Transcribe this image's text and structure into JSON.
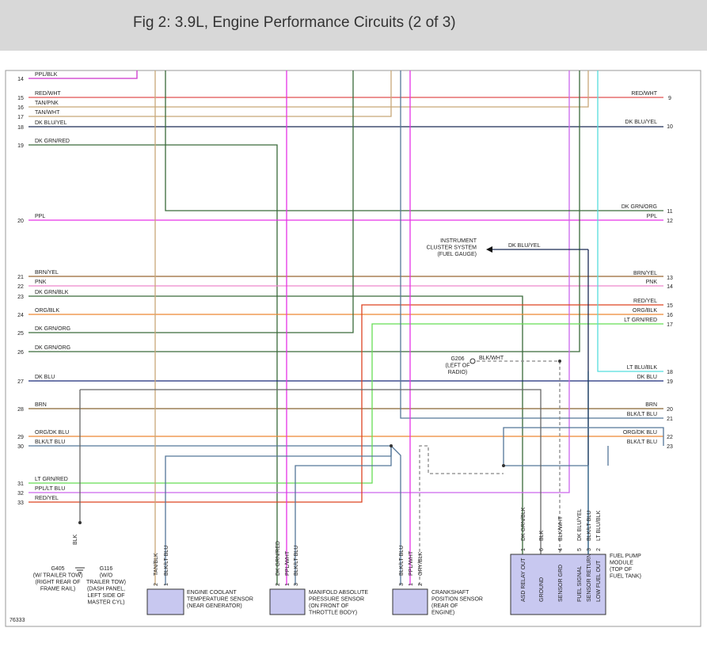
{
  "header": {
    "title": "Fig 2: 3.9L, Engine Performance Circuits (2 of 3)"
  },
  "figure_id": "76333",
  "left_connector": [
    {
      "pin": "14",
      "wire": "PPL/BLK"
    },
    {
      "pin": "15",
      "wire": "RED/WHT"
    },
    {
      "pin": "16",
      "wire": "TAN/PNK"
    },
    {
      "pin": "17",
      "wire": "TAN/WHT"
    },
    {
      "pin": "18",
      "wire": "DK BLU/YEL"
    },
    {
      "pin": "19",
      "wire": "DK GRN/RED"
    },
    {
      "pin": "20",
      "wire": "PPL"
    },
    {
      "pin": "21",
      "wire": "BRN/YEL"
    },
    {
      "pin": "22",
      "wire": "PNK"
    },
    {
      "pin": "23",
      "wire": "DK GRN/BLK"
    },
    {
      "pin": "24",
      "wire": "ORG/BLK"
    },
    {
      "pin": "25",
      "wire": "DK GRN/ORG"
    },
    {
      "pin": "26",
      "wire": "DK GRN/ORG"
    },
    {
      "pin": "27",
      "wire": "DK BLU"
    },
    {
      "pin": "28",
      "wire": "BRN"
    },
    {
      "pin": "29",
      "wire": "ORG/DK BLU"
    },
    {
      "pin": "30",
      "wire": "BLK/LT BLU"
    },
    {
      "pin": "31",
      "wire": "LT GRN/RED"
    },
    {
      "pin": "32",
      "wire": "PPL/LT BLU"
    },
    {
      "pin": "33",
      "wire": "RED/YEL"
    }
  ],
  "right_connector": [
    {
      "pin": "9",
      "wire": "RED/WHT"
    },
    {
      "pin": "10",
      "wire": "DK BLU/YEL"
    },
    {
      "pin": "11",
      "wire": "DK GRN/ORG"
    },
    {
      "pin": "12",
      "wire": "PPL"
    },
    {
      "pin": "13",
      "wire": "BRN/YEL"
    },
    {
      "pin": "14",
      "wire": "PNK"
    },
    {
      "pin": "15",
      "wire": "RED/YEL"
    },
    {
      "pin": "16",
      "wire": "ORG/BLK"
    },
    {
      "pin": "17",
      "wire": "LT GRN/RED"
    },
    {
      "pin": "18",
      "wire": "LT BLU/BLK"
    },
    {
      "pin": "19",
      "wire": "DK BLU"
    },
    {
      "pin": "20",
      "wire": "BRN"
    },
    {
      "pin": "21",
      "wire": "BLK/LT BLU"
    },
    {
      "pin": "22",
      "wire": "ORG/DK BLU"
    },
    {
      "pin": "23",
      "wire": "BLK/LT BLU"
    }
  ],
  "instrument_cluster": {
    "lines": [
      "INSTRUMENT",
      "CLUSTER SYSTEM",
      "(FUEL GAUGE)"
    ],
    "wire": "DK BLU/YEL"
  },
  "g206": {
    "lines": [
      "G206",
      "(LEFT OF",
      "RADIO)"
    ],
    "wire": "BLK/WHT"
  },
  "g405": {
    "lines": [
      "G405",
      "(W/ TRAILER TOW)",
      "(RIGHT REAR OF",
      "FRAME RAIL)"
    ]
  },
  "g116": {
    "lines": [
      "G116",
      "(W/O",
      "TRAILER TOW)",
      "(DASH PANEL,",
      "LEFT SIDE OF",
      "MASTER CYL)"
    ]
  },
  "ground_wire": "BLK",
  "components": {
    "ect": {
      "lines": [
        "ENGINE COOLANT",
        "TEMPERATURE SENSOR",
        "(NEAR GENERATOR)"
      ],
      "pins": [
        {
          "pin": "2",
          "wire": "TAN/BLK"
        },
        {
          "pin": "1",
          "wire": "BLK/LT BLU"
        }
      ]
    },
    "map": {
      "lines": [
        "MANIFOLD ABSOLUTE",
        "PRESSURE SENSOR",
        "(ON FRONT OF",
        "THROTTLE BODY)"
      ],
      "pins": [
        {
          "pin": "2",
          "wire": "DK GRN/RED"
        },
        {
          "pin": "1",
          "wire": "PPL/WHT"
        },
        {
          "pin": "3",
          "wire": "BLK/LT BLU"
        }
      ]
    },
    "ckp": {
      "lines": [
        "CRANKSHAFT",
        "POSITION SENSOR",
        "(REAR OF",
        "ENGINE)"
      ],
      "pins": [
        {
          "pin": "3",
          "wire": "BLK/LT BLU"
        },
        {
          "pin": "1",
          "wire": "PPL/WHT"
        },
        {
          "pin": "2",
          "wire": "GRY/BLK"
        }
      ]
    },
    "fuel_pump": {
      "lines": [
        "FUEL PUMP",
        "MODULE",
        "(TOP OF",
        "FUEL TANK)"
      ],
      "pins": [
        {
          "pin": "1",
          "wire": "DK GRN/BLK",
          "function": "ASD RELAY OUT"
        },
        {
          "pin": "6",
          "wire": "BLK",
          "function": "GROUND"
        },
        {
          "pin": "4",
          "wire": "BLK/WHT",
          "function": "SENSOR GRD"
        },
        {
          "pin": "5",
          "wire": "DK BLU/YEL",
          "function": "FUEL SIGNAL"
        },
        {
          "pin": "3",
          "wire": "BLK/LT BLU",
          "function": "SENSOR RETURN"
        },
        {
          "pin": "2",
          "wire": "LT BLU/BLK",
          "function": "LOW FUEL OUT"
        }
      ]
    }
  },
  "colors": {
    "PPL/BLK": "#cc33cc",
    "RED/WHT": "#e05050",
    "TAN": "#c8a878",
    "DK BLU/YEL": "#1a2a55",
    "DK GRN": "#3a6a3a",
    "PPL": "#e633e6",
    "BRN/YEL": "#996633",
    "PNK": "#ee88cc",
    "ORG": "#ee8833",
    "DK BLU": "#1a2a7a",
    "BRN": "#886633",
    "BLK/LT BLU": "#557799",
    "LT GRN": "#66dd55",
    "PPL/LT BLU": "#cc66ee",
    "RED/YEL": "#dd4422",
    "BLK": "#666666",
    "LT BLU/BLK": "#55dddd",
    "BLK/WHT": "#888888",
    "component_fill": "#c8c8f0"
  }
}
